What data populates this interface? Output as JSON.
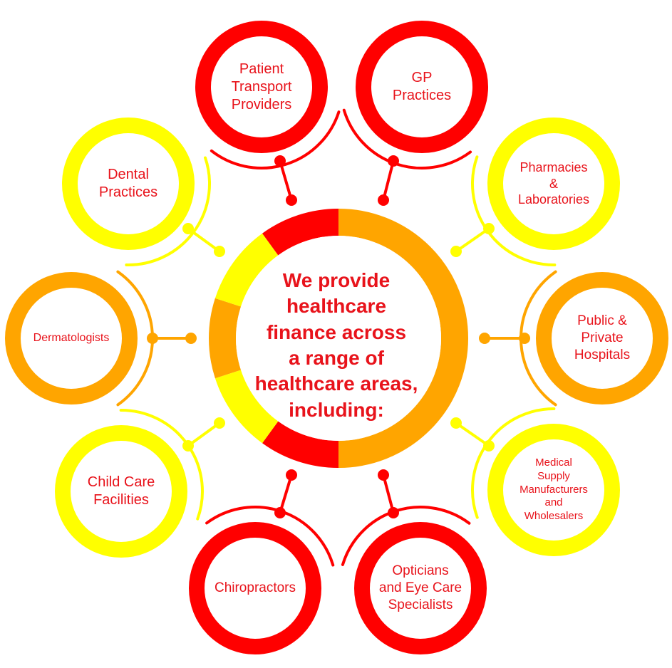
{
  "center": {
    "text": "We provide\nhealthcare\nfinance across\na range of\nhealthcare areas,\nincluding:"
  },
  "colors": {
    "red": "#ff0000",
    "yellow": "#ffff00",
    "orange": "#ffa500",
    "text": "#e8131b"
  },
  "nodes": [
    {
      "id": "patient-transport",
      "label": "Patient\nTransport\nProviders",
      "color": "red",
      "icon": "connector-dot"
    },
    {
      "id": "gp-practices",
      "label": "GP\nPractices",
      "color": "red",
      "icon": "connector-dot"
    },
    {
      "id": "pharmacies",
      "label": "Pharmacies\n&\nLaboratories",
      "color": "yellow",
      "icon": "connector-dot"
    },
    {
      "id": "hospitals",
      "label": "Public &\nPrivate\nHospitals",
      "color": "orange",
      "icon": "connector-dot"
    },
    {
      "id": "medical-supply",
      "label": "Medical\nSupply\nManufacturers\nand\nWholesalers",
      "color": "yellow",
      "icon": "connector-dot"
    },
    {
      "id": "opticians",
      "label": "Opticians\nand Eye Care\nSpecialists",
      "color": "red",
      "icon": "connector-dot"
    },
    {
      "id": "chiropractors",
      "label": "Chiropractors",
      "color": "red",
      "icon": "connector-dot"
    },
    {
      "id": "child-care",
      "label": "Child Care\nFacilities",
      "color": "yellow",
      "icon": "connector-dot"
    },
    {
      "id": "dermatologists",
      "label": "Dermatologists",
      "color": "orange",
      "icon": "connector-dot"
    },
    {
      "id": "dental",
      "label": "Dental\nPractices",
      "color": "yellow",
      "icon": "connector-dot"
    }
  ]
}
